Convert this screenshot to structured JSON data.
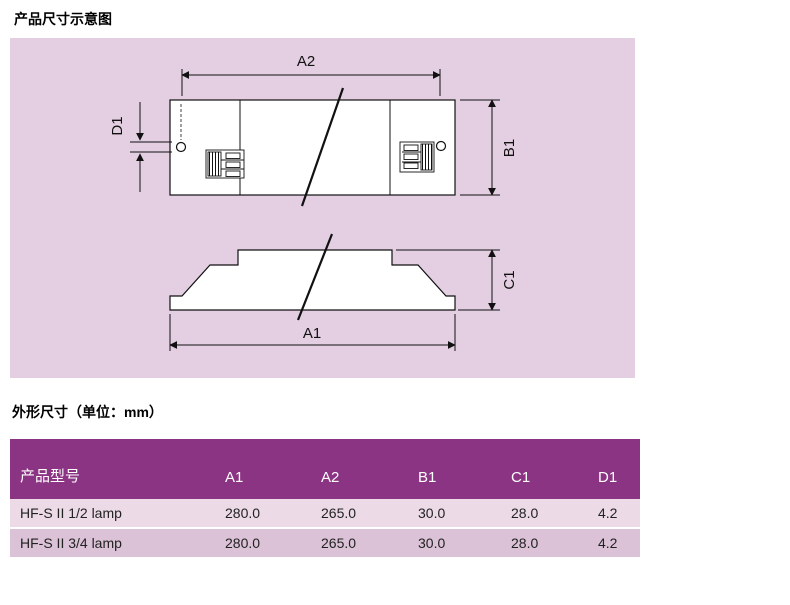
{
  "titles": {
    "diagram_section": "产品尺寸示意图",
    "table_section": "外形尺寸（单位：mm）"
  },
  "diagram": {
    "labels": {
      "a2": "A2",
      "d1": "D1",
      "b1": "B1",
      "c1": "C1",
      "a1": "A1"
    }
  },
  "table": {
    "headers": [
      "产品型号",
      "A1",
      "A2",
      "B1",
      "C1",
      "D1"
    ],
    "rows": [
      [
        "HF-S II 1/2 lamp",
        "280.0",
        "265.0",
        "30.0",
        "28.0",
        "4.2"
      ],
      [
        "HF-S II 3/4 lamp",
        "280.0",
        "265.0",
        "30.0",
        "28.0",
        "4.2"
      ]
    ]
  },
  "colors": {
    "panel_background": "#e3cfe1",
    "table_header_background": "#8c3484",
    "table_row_odd": "#ecdae7",
    "table_row_even": "#dcc2d6",
    "line_color": "#111111"
  }
}
